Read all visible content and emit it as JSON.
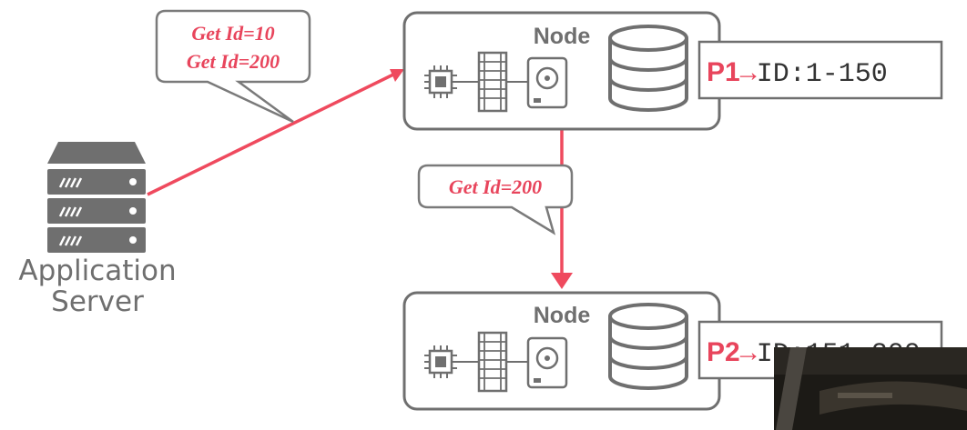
{
  "server": {
    "line1": "Application",
    "line2": "Server",
    "icon": "server-rack-icon"
  },
  "nodes": [
    {
      "title": "Node",
      "partition_id": "P1",
      "arrow": "→",
      "range_text": "ID:1-150"
    },
    {
      "title": "Node",
      "partition_id": "P2",
      "arrow": "→",
      "range_text": "ID:151-200"
    }
  ],
  "bubbles": {
    "request_batch": [
      "Get Id=10",
      "Get Id=200"
    ],
    "forwarded_request": "Get Id=200"
  },
  "icons": [
    "cpu-chip-icon",
    "memory-module-icon",
    "hard-disk-icon",
    "database-icon"
  ],
  "colors": {
    "accent": "#e8455c",
    "outline": "#6f6f6f"
  }
}
